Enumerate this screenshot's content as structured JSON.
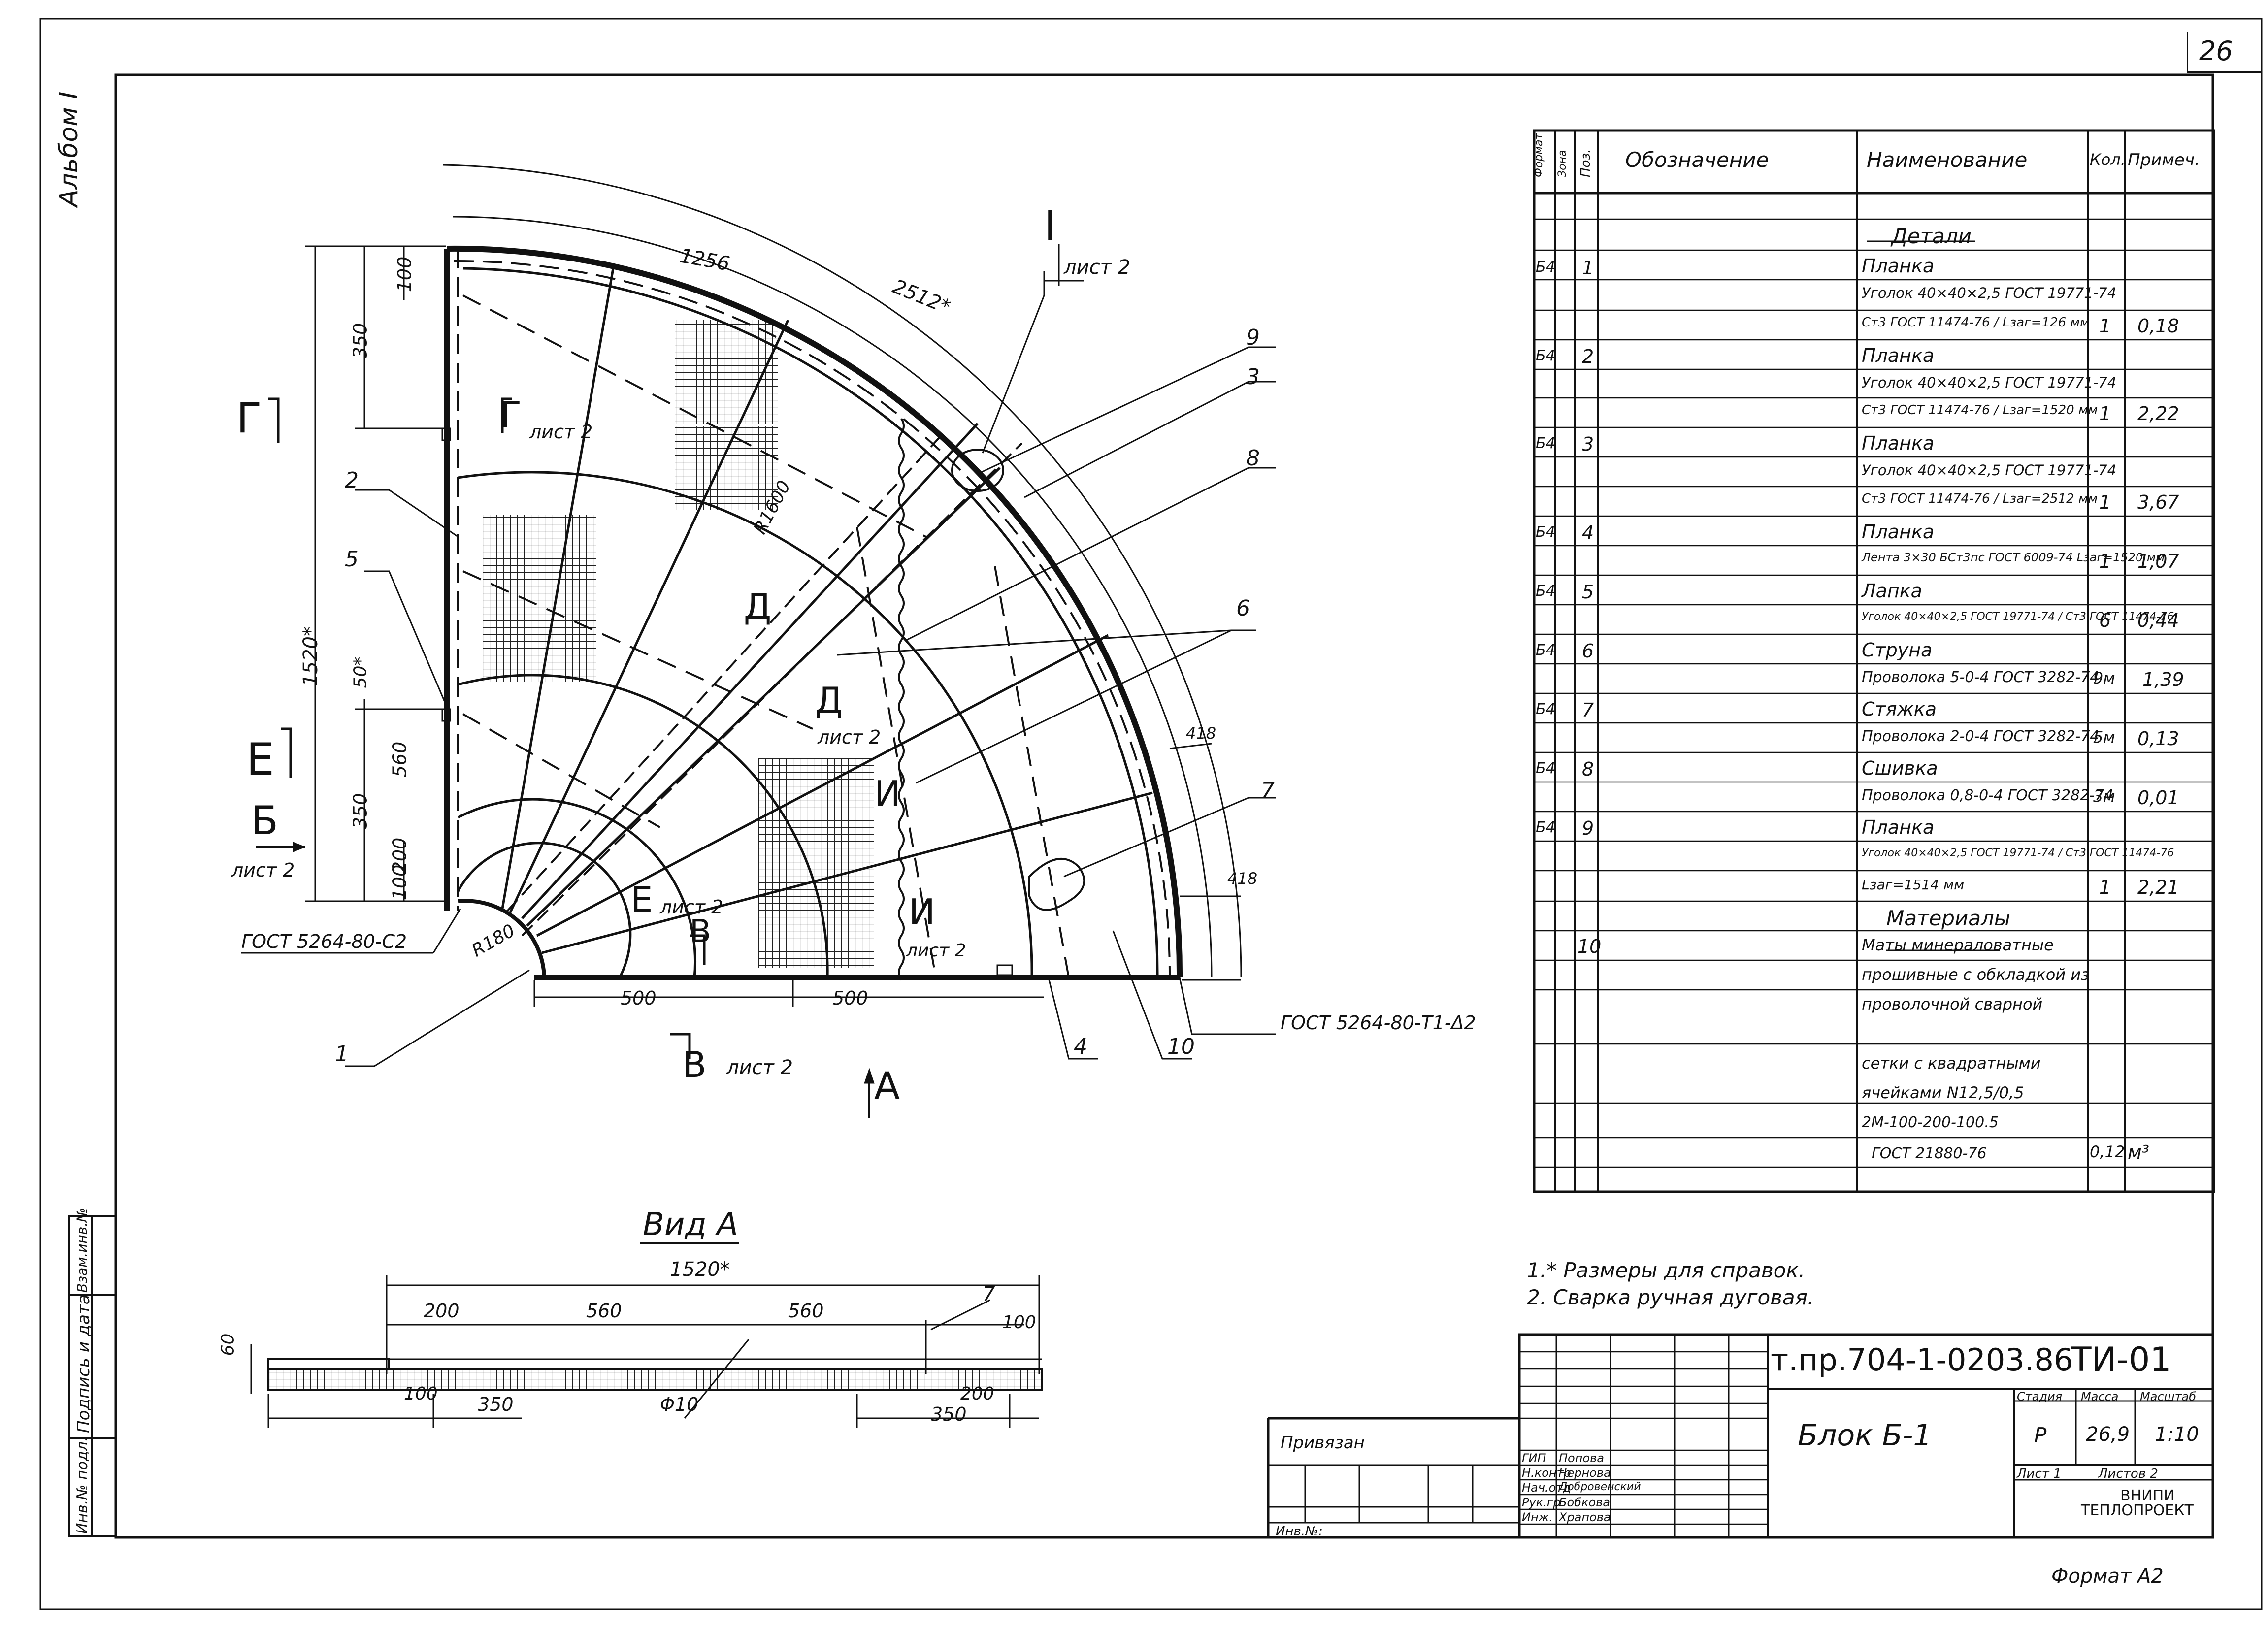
{
  "sheet_number": "26",
  "album_label": "Альбом I",
  "format_label": "Формат А2",
  "spec": {
    "headers": {
      "format": "Формат",
      "zone": "Зона",
      "pos": "Поз.",
      "designation": "Обозначение",
      "name": "Наименование",
      "qty": "Кол.",
      "note": "Примеч."
    },
    "rows": [
      {
        "format": "",
        "pos": "",
        "name": "Детали",
        "qty": "",
        "note": ""
      },
      {
        "format": "Б4",
        "pos": "1",
        "name": "Планка",
        "qty": "",
        "note": ""
      },
      {
        "format": "",
        "pos": "",
        "name": "Уголок 40×40×2,5 ГОСТ 19771-74",
        "qty": "",
        "note": ""
      },
      {
        "format": "",
        "pos": "",
        "name": "Ст3 ГОСТ 11474-76 / Lзаг=126 мм",
        "qty": "1",
        "note": "0,18"
      },
      {
        "format": "Б4",
        "pos": "2",
        "name": "Планка",
        "qty": "",
        "note": ""
      },
      {
        "format": "",
        "pos": "",
        "name": "Уголок 40×40×2,5 ГОСТ 19771-74",
        "qty": "",
        "note": ""
      },
      {
        "format": "",
        "pos": "",
        "name": "Ст3 ГОСТ 11474-76 / Lзаг=1520 мм",
        "qty": "1",
        "note": "2,22"
      },
      {
        "format": "Б4",
        "pos": "3",
        "name": "Планка",
        "qty": "",
        "note": ""
      },
      {
        "format": "",
        "pos": "",
        "name": "Уголок 40×40×2,5 ГОСТ 19771-74",
        "qty": "",
        "note": ""
      },
      {
        "format": "",
        "pos": "",
        "name": "Ст3 ГОСТ 11474-76 / Lзаг=2512 мм",
        "qty": "1",
        "note": "3,67"
      },
      {
        "format": "Б4",
        "pos": "4",
        "name": "Планка",
        "qty": "",
        "note": ""
      },
      {
        "format": "",
        "pos": "",
        "name": "Лента 3×30 БСт3пс ГОСТ 6009-74 Lзаг=1520 мм",
        "qty": "1",
        "note": "1,07"
      },
      {
        "format": "Б4",
        "pos": "5",
        "name": "Лапка",
        "qty": "",
        "note": ""
      },
      {
        "format": "",
        "pos": "",
        "name": "Уголок 40×40×2,5 ГОСТ 19771-74 / Ст3 ГОСТ 11474-76",
        "qty": "6",
        "note": "0,44"
      },
      {
        "format": "Б4",
        "pos": "6",
        "name": "Струна",
        "qty": "",
        "note": ""
      },
      {
        "format": "",
        "pos": "",
        "name": "Проволока 5-0-4 ГОСТ 3282-74",
        "qty": "9м",
        "note": "1,39"
      },
      {
        "format": "Б4",
        "pos": "7",
        "name": "Стяжка",
        "qty": "",
        "note": ""
      },
      {
        "format": "",
        "pos": "",
        "name": "Проволока 2-0-4 ГОСТ 3282-74",
        "qty": "5м",
        "note": "0,13"
      },
      {
        "format": "Б4",
        "pos": "8",
        "name": "Сшивка",
        "qty": "",
        "note": ""
      },
      {
        "format": "",
        "pos": "",
        "name": "Проволока 0,8-0-4 ГОСТ 3282-74",
        "qty": "3м",
        "note": "0,01"
      },
      {
        "format": "Б4",
        "pos": "9",
        "name": "Планка",
        "qty": "",
        "note": ""
      },
      {
        "format": "",
        "pos": "",
        "name": "Уголок 40×40×2,5 ГОСТ 19771-74 / Ст3 ГОСТ 11474-76",
        "qty": "",
        "note": ""
      },
      {
        "format": "",
        "pos": "",
        "name": "Lзаг=1514 мм",
        "qty": "1",
        "note": "2,21"
      },
      {
        "format": "",
        "pos": "",
        "name": "Материалы",
        "qty": "",
        "note": ""
      },
      {
        "format": "",
        "pos": "10",
        "name": "Маты минераловатные",
        "qty": "",
        "note": ""
      },
      {
        "format": "",
        "pos": "",
        "name": "прошивные с обкладкой из",
        "qty": "",
        "note": ""
      },
      {
        "format": "",
        "pos": "",
        "name": "проволочной сварной",
        "qty": "",
        "note": ""
      },
      {
        "format": "",
        "pos": "",
        "name": "сетки с квадратными",
        "qty": "",
        "note": ""
      },
      {
        "format": "",
        "pos": "",
        "name": "ячейками N12,5/0,5",
        "qty": "",
        "note": ""
      },
      {
        "format": "",
        "pos": "",
        "name": "2М-100-200-100.5",
        "qty": "",
        "note": ""
      },
      {
        "format": "",
        "pos": "",
        "name": "ГОСТ 21880-76",
        "qty": "0,12",
        "note": "м³"
      }
    ]
  },
  "notes": [
    "1.* Размеры для справок.",
    "2. Сварка ручная дуговая."
  ],
  "title_block": {
    "doc_code": "т.пр.704-1-0203.86",
    "sheet_code": "ТИ-01",
    "title": "Блок Б-1",
    "stage_label": "Стадия",
    "mass_label": "Масса",
    "scale_label": "Масштаб",
    "stage": "Р",
    "mass": "26,9",
    "scale": "1:10",
    "sheet_label": "Лист 1",
    "sheets_label": "Листов 2",
    "org_line1": "ВНИПИ",
    "org_line2": "ТЕПЛОПРОЕКТ",
    "bound_label": "Привязан",
    "inv_label": "Инв.№:",
    "signatures": [
      {
        "role": "ГИП",
        "name": "Попова"
      },
      {
        "role": "Н.контр",
        "name": "Чернова"
      },
      {
        "role": "Нач.отд",
        "name": "Добровенский"
      },
      {
        "role": "Рук.гр.",
        "name": "Бобкова"
      },
      {
        "role": "Инж.",
        "name": "Храпова"
      }
    ]
  },
  "side_stamp": {
    "inv": "Инв.№ подл.",
    "sign": "Подпись и дата",
    "replace": "Взам.инв.№"
  },
  "drawing": {
    "view_a_title": "Вид А",
    "gost_left": "ГОСТ 5264-80-С2",
    "gost_right": "ГОСТ 5264-80-Т1-Δ2",
    "radius_r": "R1600",
    "radius_r1": "R180",
    "callout_I": "I",
    "callout_I_sheet": "лист 2",
    "sheet2": "лист 2",
    "pos_labels": [
      "1",
      "2",
      "3",
      "4",
      "5",
      "6",
      "7",
      "8",
      "9",
      "10"
    ],
    "section_labels": {
      "G": "Г",
      "E": "Е",
      "B": "Б",
      "V": "В",
      "D": "Д",
      "I": "И",
      "A": "А"
    },
    "dims_main": {
      "d100_top": "100",
      "d350_top": "350",
      "d1520": "1520*",
      "d50": "50*",
      "d560": "560",
      "d350_b": "350",
      "d200": "200",
      "d100_b": "100",
      "d500_a": "500",
      "d500_b": "500",
      "d1256": "1256",
      "d2512": "2512*",
      "d418_a": "418",
      "d418_b": "418"
    },
    "dims_view": {
      "d60": "60",
      "d1520": "1520*",
      "d200": "200",
      "d560_a": "560",
      "d560_b": "560",
      "d100_r": "100",
      "d100_l": "100",
      "d350_l": "350",
      "d200_r": "200",
      "d350_r": "350",
      "phi": "Φ10",
      "p7": "7"
    }
  }
}
